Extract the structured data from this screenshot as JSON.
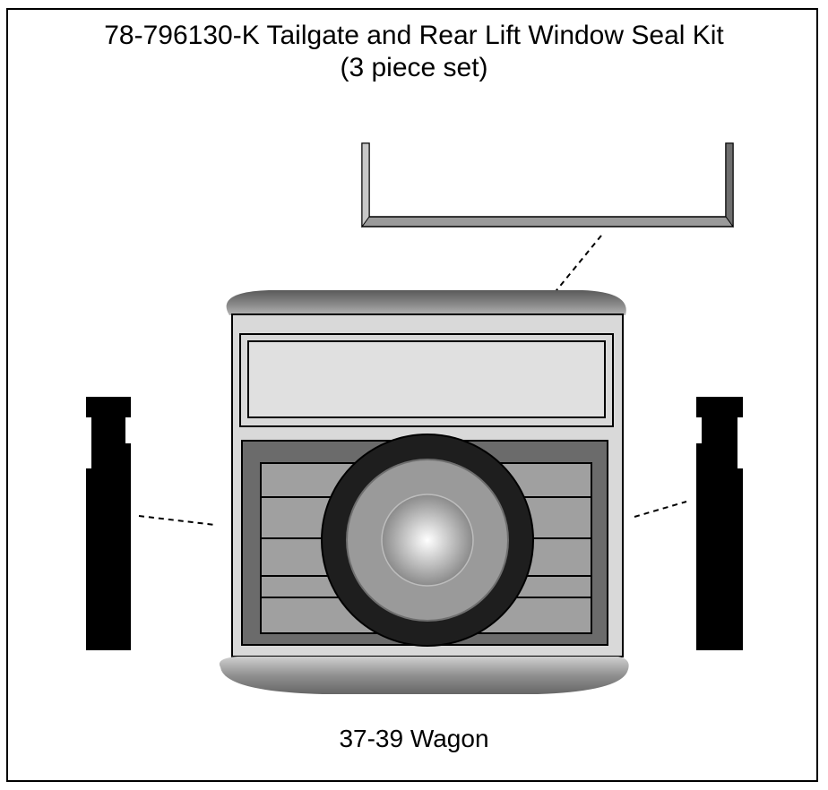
{
  "title": {
    "line1": "78-796130-K Tailgate and Rear Lift Window Seal Kit",
    "line2": "(3 piece set)"
  },
  "caption": "37-39 Wagon",
  "parts": [
    {
      "id": "upper-seal",
      "shape": "u-channel"
    },
    {
      "id": "left-seal",
      "shape": "vertical-strip"
    },
    {
      "id": "right-seal",
      "shape": "vertical-strip"
    }
  ],
  "colors": {
    "seal_black": "#000000",
    "body_light": "#d9d9d9",
    "panel_dark": "#6b6b6b",
    "slat_gray": "#a0a0a0",
    "tire_dark": "#1e1e1e",
    "wheel_gray": "#9a9a9a"
  }
}
